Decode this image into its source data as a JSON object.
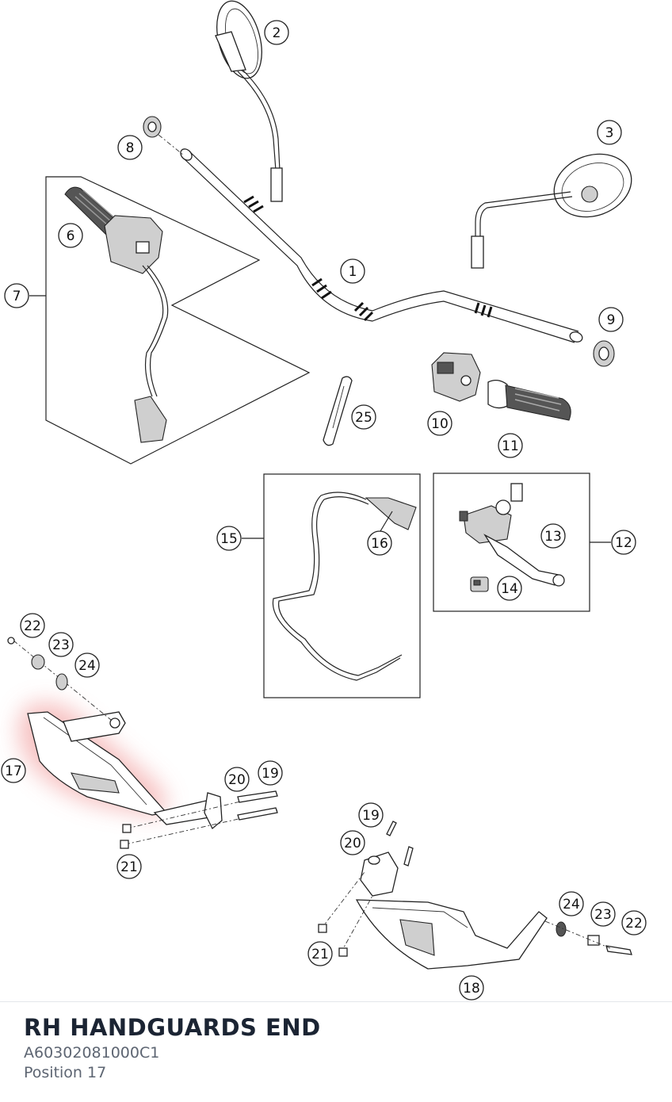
{
  "diagram": {
    "callouts": [
      "1",
      "2",
      "3",
      "6",
      "7",
      "8",
      "9",
      "10",
      "11",
      "12",
      "13",
      "14",
      "15",
      "16",
      "17",
      "18",
      "19",
      "20",
      "21",
      "22",
      "23",
      "24",
      "25"
    ],
    "highlight_color": "#f5b7b7",
    "highlighted_callout": "17"
  },
  "part": {
    "title": "RH HANDGUARDS END",
    "number": "A60302081000C1",
    "position": "Position 17"
  }
}
